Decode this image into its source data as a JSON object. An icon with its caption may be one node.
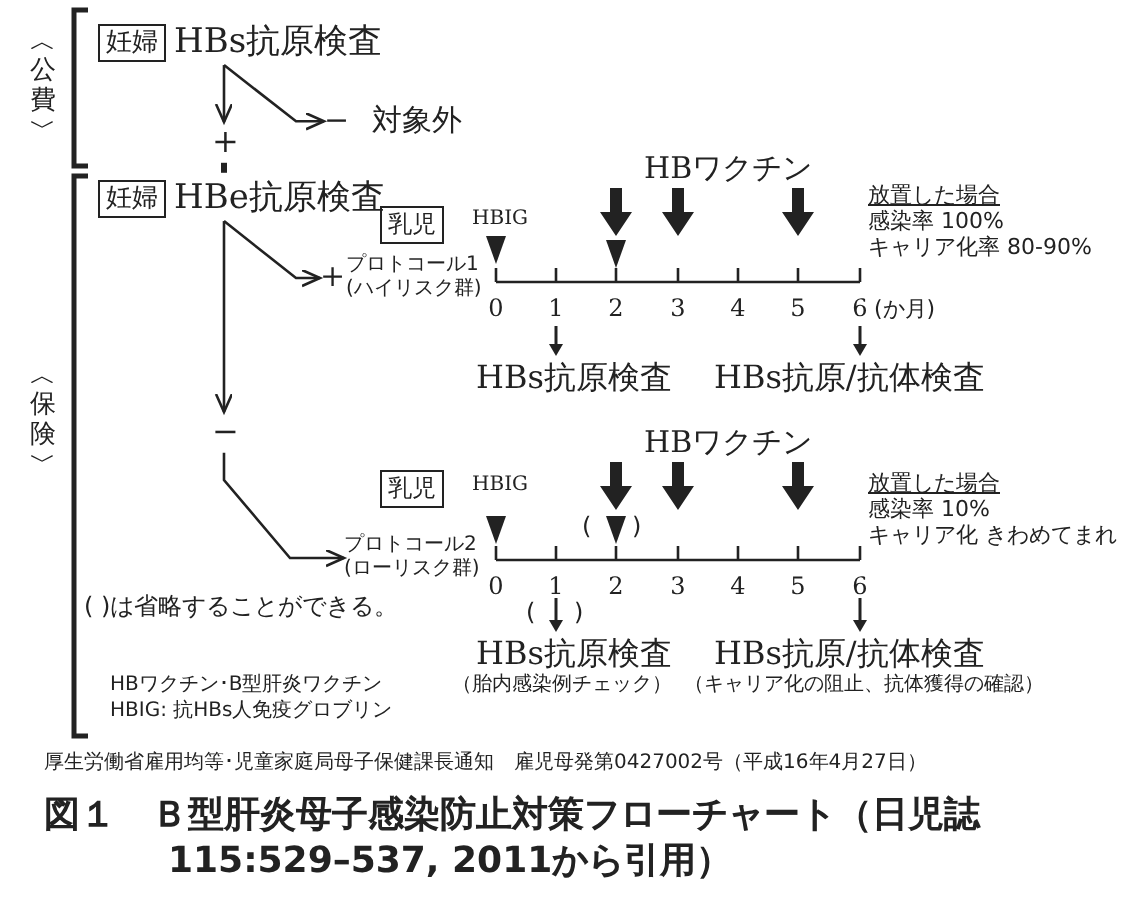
{
  "diagram": {
    "caption": "図１　Ｂ型肝炎母子感染防止対策フローチャート（日児誌115:529–537, 2011から引用）",
    "nodes": [
      {
        "text": [
          "妊婦"
        ],
        "beside": [
          "HBs抗原検査"
        ]
      },
      {
        "text": [
          "−"
        ],
        "beside": [
          "対象外"
        ]
      },
      {
        "text": [
          "+"
        ]
      },
      {
        "text": [
          "妊婦"
        ],
        "beside": [
          "HBe抗原検査"
        ]
      },
      {
        "text": [
          "+"
        ],
        "beside": [
          "プロトコール1",
          "(ハイリスク群)"
        ]
      },
      {
        "text": [
          "−"
        ]
      },
      {
        "text": [
          "プロトコール2",
          "(ローリスク群)"
        ]
      },
      {
        "text": [
          "乳児"
        ]
      },
      {
        "text": [
          "乳児"
        ]
      }
    ],
    "edges": [
      {
        "from": 0,
        "to": 1,
        "arrow": "to"
      },
      {
        "from": 0,
        "to": 2,
        "arrow": "to"
      },
      {
        "from": 2,
        "to": 3,
        "arrow": "none",
        "style": "dashed"
      },
      {
        "from": 3,
        "to": 4,
        "arrow": "to"
      },
      {
        "from": 3,
        "to": 5,
        "arrow": "to"
      },
      {
        "from": 5,
        "to": 6,
        "arrow": "to"
      }
    ],
    "labels": [
      "︿公費﹀",
      "HBワクチン",
      "HBIG",
      "0",
      "1",
      "2",
      "3",
      "4",
      "5",
      "6",
      "(か月)",
      "放置した場合",
      "感染率 100%",
      "キャリア化率 80-90%",
      "HBs抗原検査",
      "HBs抗原/抗体検査",
      "︿保険﹀",
      "HBワクチン",
      "HBIG",
      "放置した場合",
      "感染率 10%",
      "(",
      ")",
      "キャリア化 きわめてまれ",
      "0",
      "1",
      "2",
      "3",
      "4",
      "5",
      "6",
      "( )は省略することができる。",
      "(",
      ")",
      "HBs抗原検査",
      "HBs抗原/抗体検査",
      "HBワクチン･B型肝炎ワクチン",
      "（胎内感染例チェック）",
      "（キャリア化の阻止、抗体獲得の確認）",
      "HBIG: 抗HBs人免疫グロブリン",
      "厚生労働省雇用均等･児童家庭局母子保健課長通知　雇児母発第0427002号（平成16年4月27日）"
    ]
  }
}
